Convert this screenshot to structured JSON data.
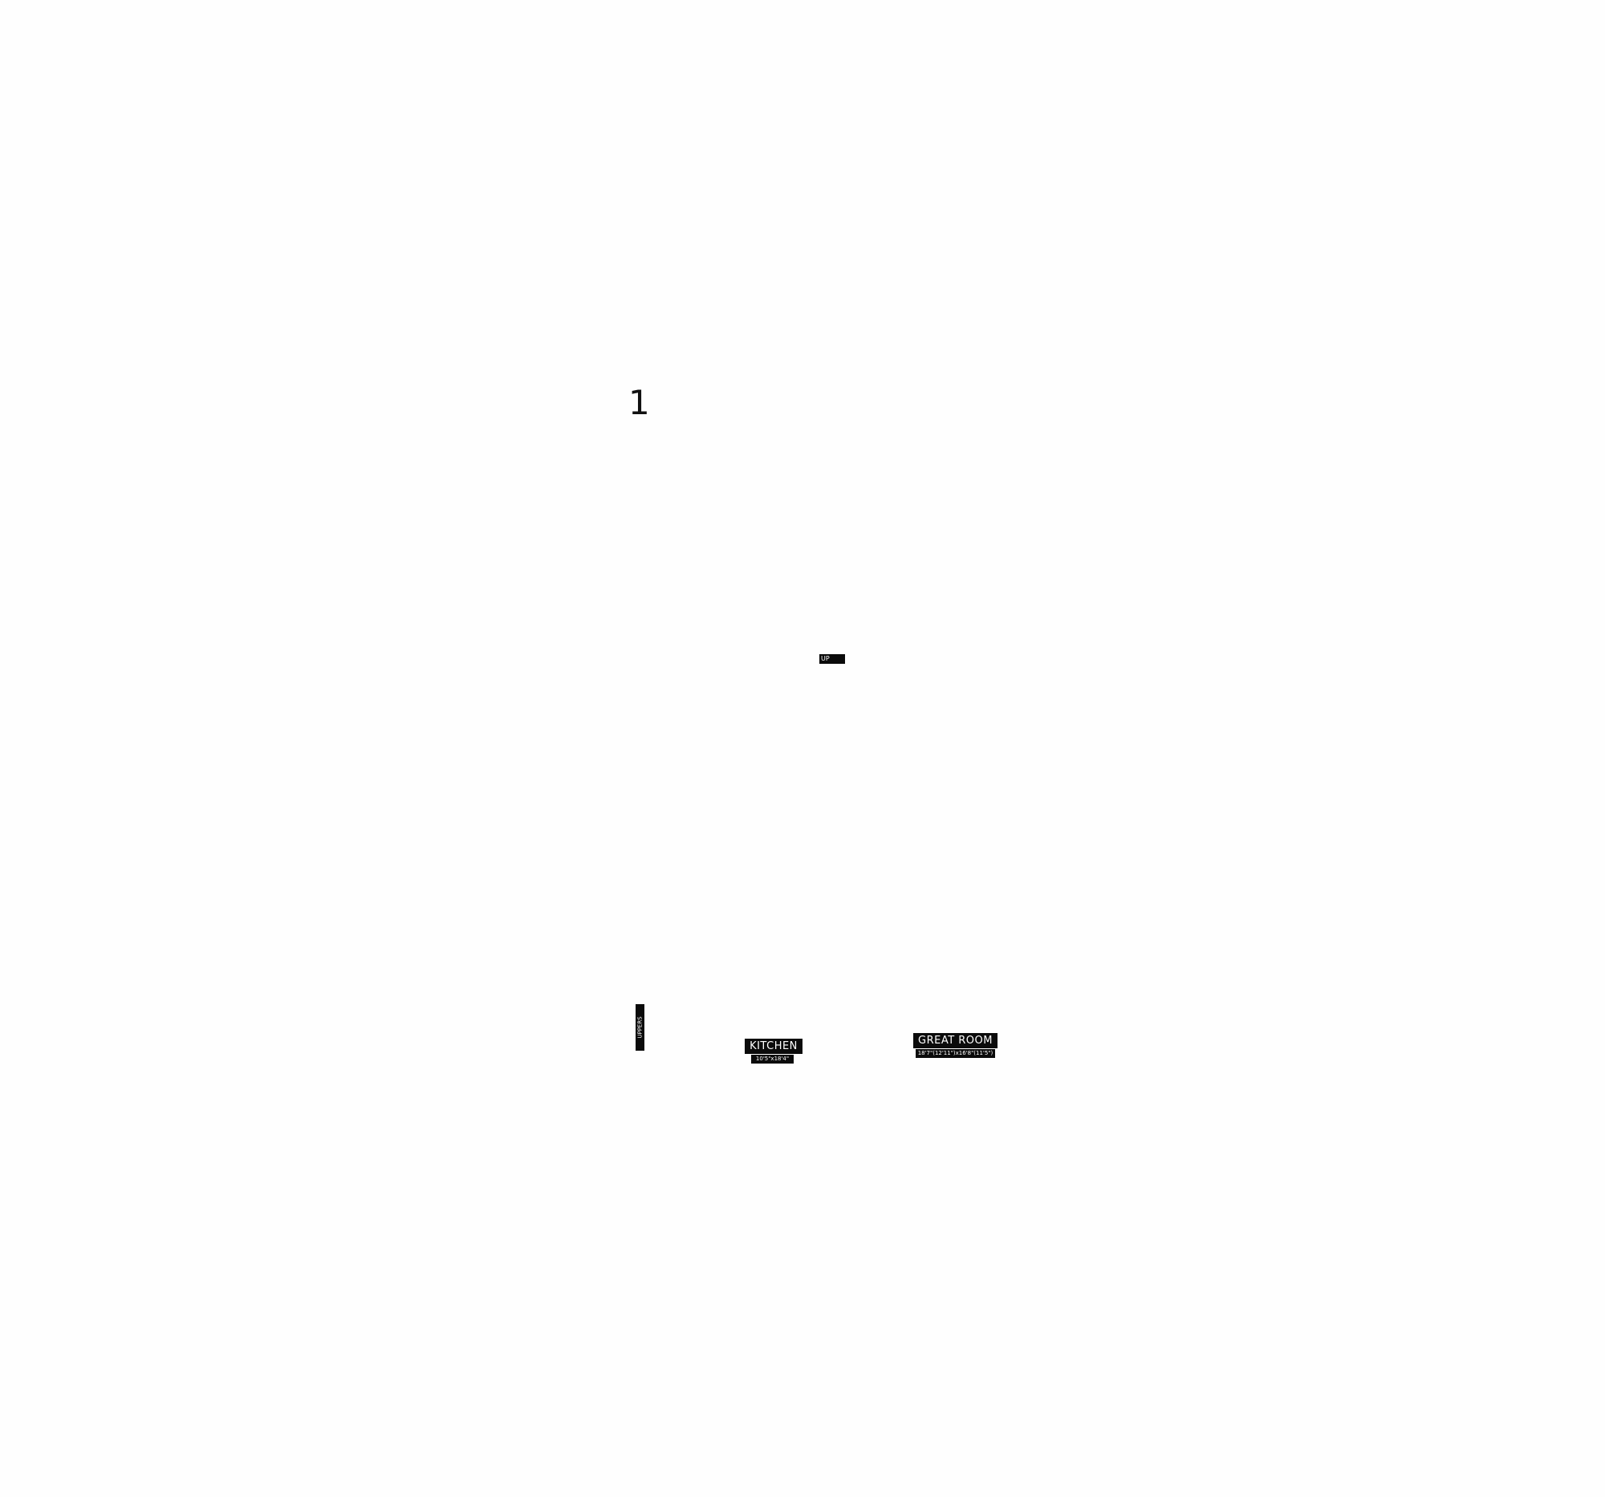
{
  "floor_plan": {
    "floor_number": "1",
    "labels": {
      "stairs": "UP",
      "cabinets": "UPPERS"
    },
    "rooms": [
      {
        "name": "KITCHEN",
        "dimensions": "10'5\"x18'4\""
      },
      {
        "name": "GREAT ROOM",
        "dimensions": "18'7\"(12'11\")x16'8\"(11'5\")"
      }
    ]
  }
}
